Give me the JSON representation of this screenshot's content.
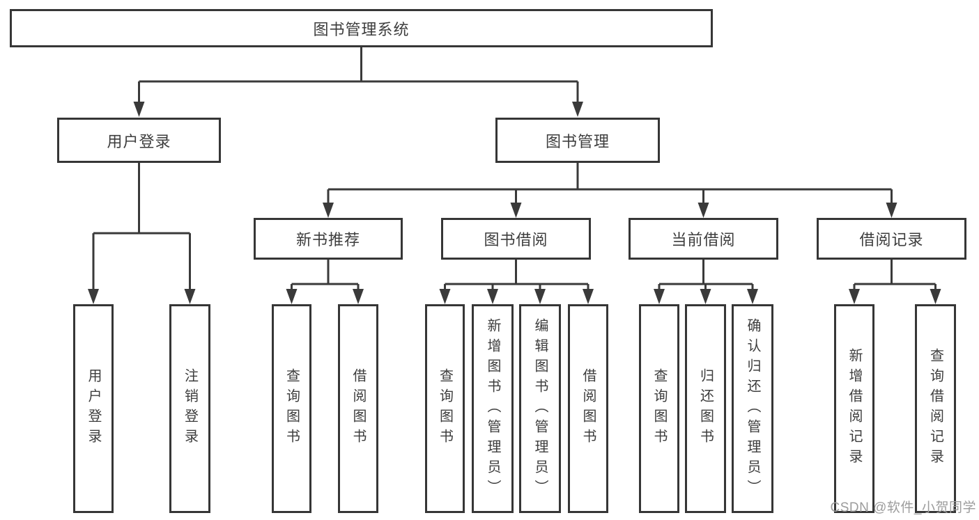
{
  "diagram_title": "图书管理系统",
  "tree": {
    "label": "图书管理系统",
    "children": [
      {
        "label": "用户登录",
        "children": [
          {
            "label": "用户登录"
          },
          {
            "label": "注销登录"
          }
        ]
      },
      {
        "label": "图书管理",
        "children": [
          {
            "label": "新书推荐",
            "children": [
              {
                "label": "查询图书"
              },
              {
                "label": "借阅图书"
              }
            ]
          },
          {
            "label": "图书借阅",
            "children": [
              {
                "label": "查询图书"
              },
              {
                "label": "新增图书（管理员）"
              },
              {
                "label": "编辑图书（管理员）"
              },
              {
                "label": "借阅图书"
              }
            ]
          },
          {
            "label": "当前借阅",
            "children": [
              {
                "label": "查询图书"
              },
              {
                "label": "归还图书"
              },
              {
                "label": "确认归还（管理员）"
              }
            ]
          },
          {
            "label": "借阅记录",
            "children": [
              {
                "label": "新增借阅记录"
              },
              {
                "label": "查询借阅记录"
              }
            ]
          }
        ]
      }
    ]
  },
  "watermark": {
    "text": "CSDN @软件_小贺同学"
  },
  "colors": {
    "line": "#3a3a3a",
    "box_border": "#363636",
    "box_fill": "#ffffff",
    "text": "#3d3d3d",
    "watermark": "#9c9c9c",
    "background": "#ffffff"
  }
}
